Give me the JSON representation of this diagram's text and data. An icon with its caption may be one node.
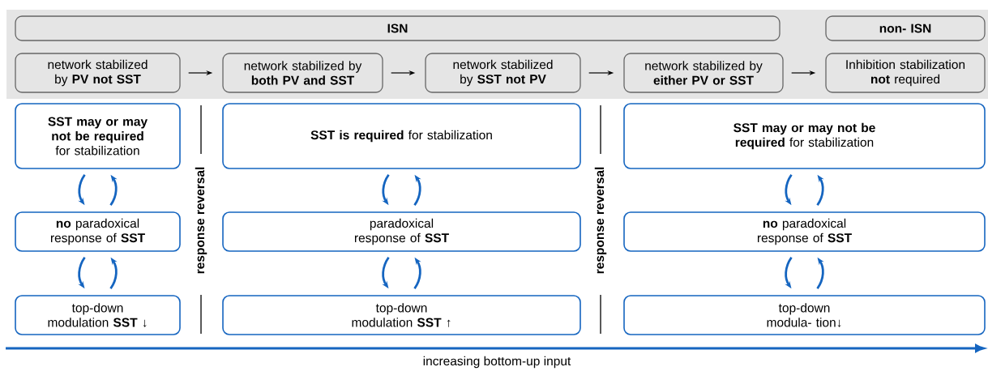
{
  "diagram": {
    "nodes": [
      {
        "text": [
          "ISN"
        ]
      },
      {
        "text": [
          "non- ISN"
        ]
      },
      {
        "text": [
          "network stabilized by **PV not SST**"
        ]
      },
      {
        "text": [
          "network stabilized by **both PV and SST**"
        ]
      },
      {
        "text": [
          "network stabilized by **SST not PV**"
        ]
      },
      {
        "text": [
          "network stabilized by **either PV or SST**"
        ]
      },
      {
        "text": [
          "Inhibition stabilization **not** required"
        ]
      },
      {
        "text": [
          "**SST may or may not be required** for stabilization"
        ]
      },
      {
        "text": [
          "**no** paradoxical response of **SST**"
        ]
      },
      {
        "text": [
          "top-down modulation **SST** ↓"
        ]
      },
      {
        "text": [
          "**SST is required** for stabilization"
        ]
      },
      {
        "text": [
          "paradoxical response of **SST**"
        ]
      },
      {
        "text": [
          "top-down modulation **SST** ↑"
        ]
      },
      {
        "text": [
          "**SST may or may not be required** for stabilization"
        ]
      },
      {
        "text": [
          "**no** paradoxical response of **SST**"
        ]
      },
      {
        "text": [
          "top-down modula- tion↓"
        ]
      }
    ],
    "edges": [
      {
        "from": 2,
        "to": 3,
        "arrow": "to",
        "color": "#000000"
      },
      {
        "from": 3,
        "to": 4,
        "arrow": "to",
        "color": "#000000"
      },
      {
        "from": 4,
        "to": 5,
        "arrow": "to",
        "color": "#000000"
      },
      {
        "from": 5,
        "to": 6,
        "arrow": "to",
        "color": "#000000"
      },
      {
        "from": 7,
        "to": 8,
        "arrow": "to"
      },
      {
        "from": 8,
        "to": 7,
        "arrow": "to"
      },
      {
        "from": 8,
        "to": 9,
        "arrow": "to"
      },
      {
        "from": 9,
        "to": 8,
        "arrow": "to"
      },
      {
        "from": 10,
        "to": 11,
        "arrow": "to"
      },
      {
        "from": 11,
        "to": 10,
        "arrow": "to"
      },
      {
        "from": 11,
        "to": 12,
        "arrow": "to"
      },
      {
        "from": 12,
        "to": 11,
        "arrow": "to"
      },
      {
        "from": 13,
        "to": 14,
        "arrow": "to"
      },
      {
        "from": 14,
        "to": 13,
        "arrow": "to"
      },
      {
        "from": 14,
        "to": 15,
        "arrow": "to"
      },
      {
        "from": 15,
        "to": 14,
        "arrow": "to"
      }
    ],
    "labels": [
      "response reversal",
      "response reversal",
      "increasing bottom-up input"
    ]
  }
}
